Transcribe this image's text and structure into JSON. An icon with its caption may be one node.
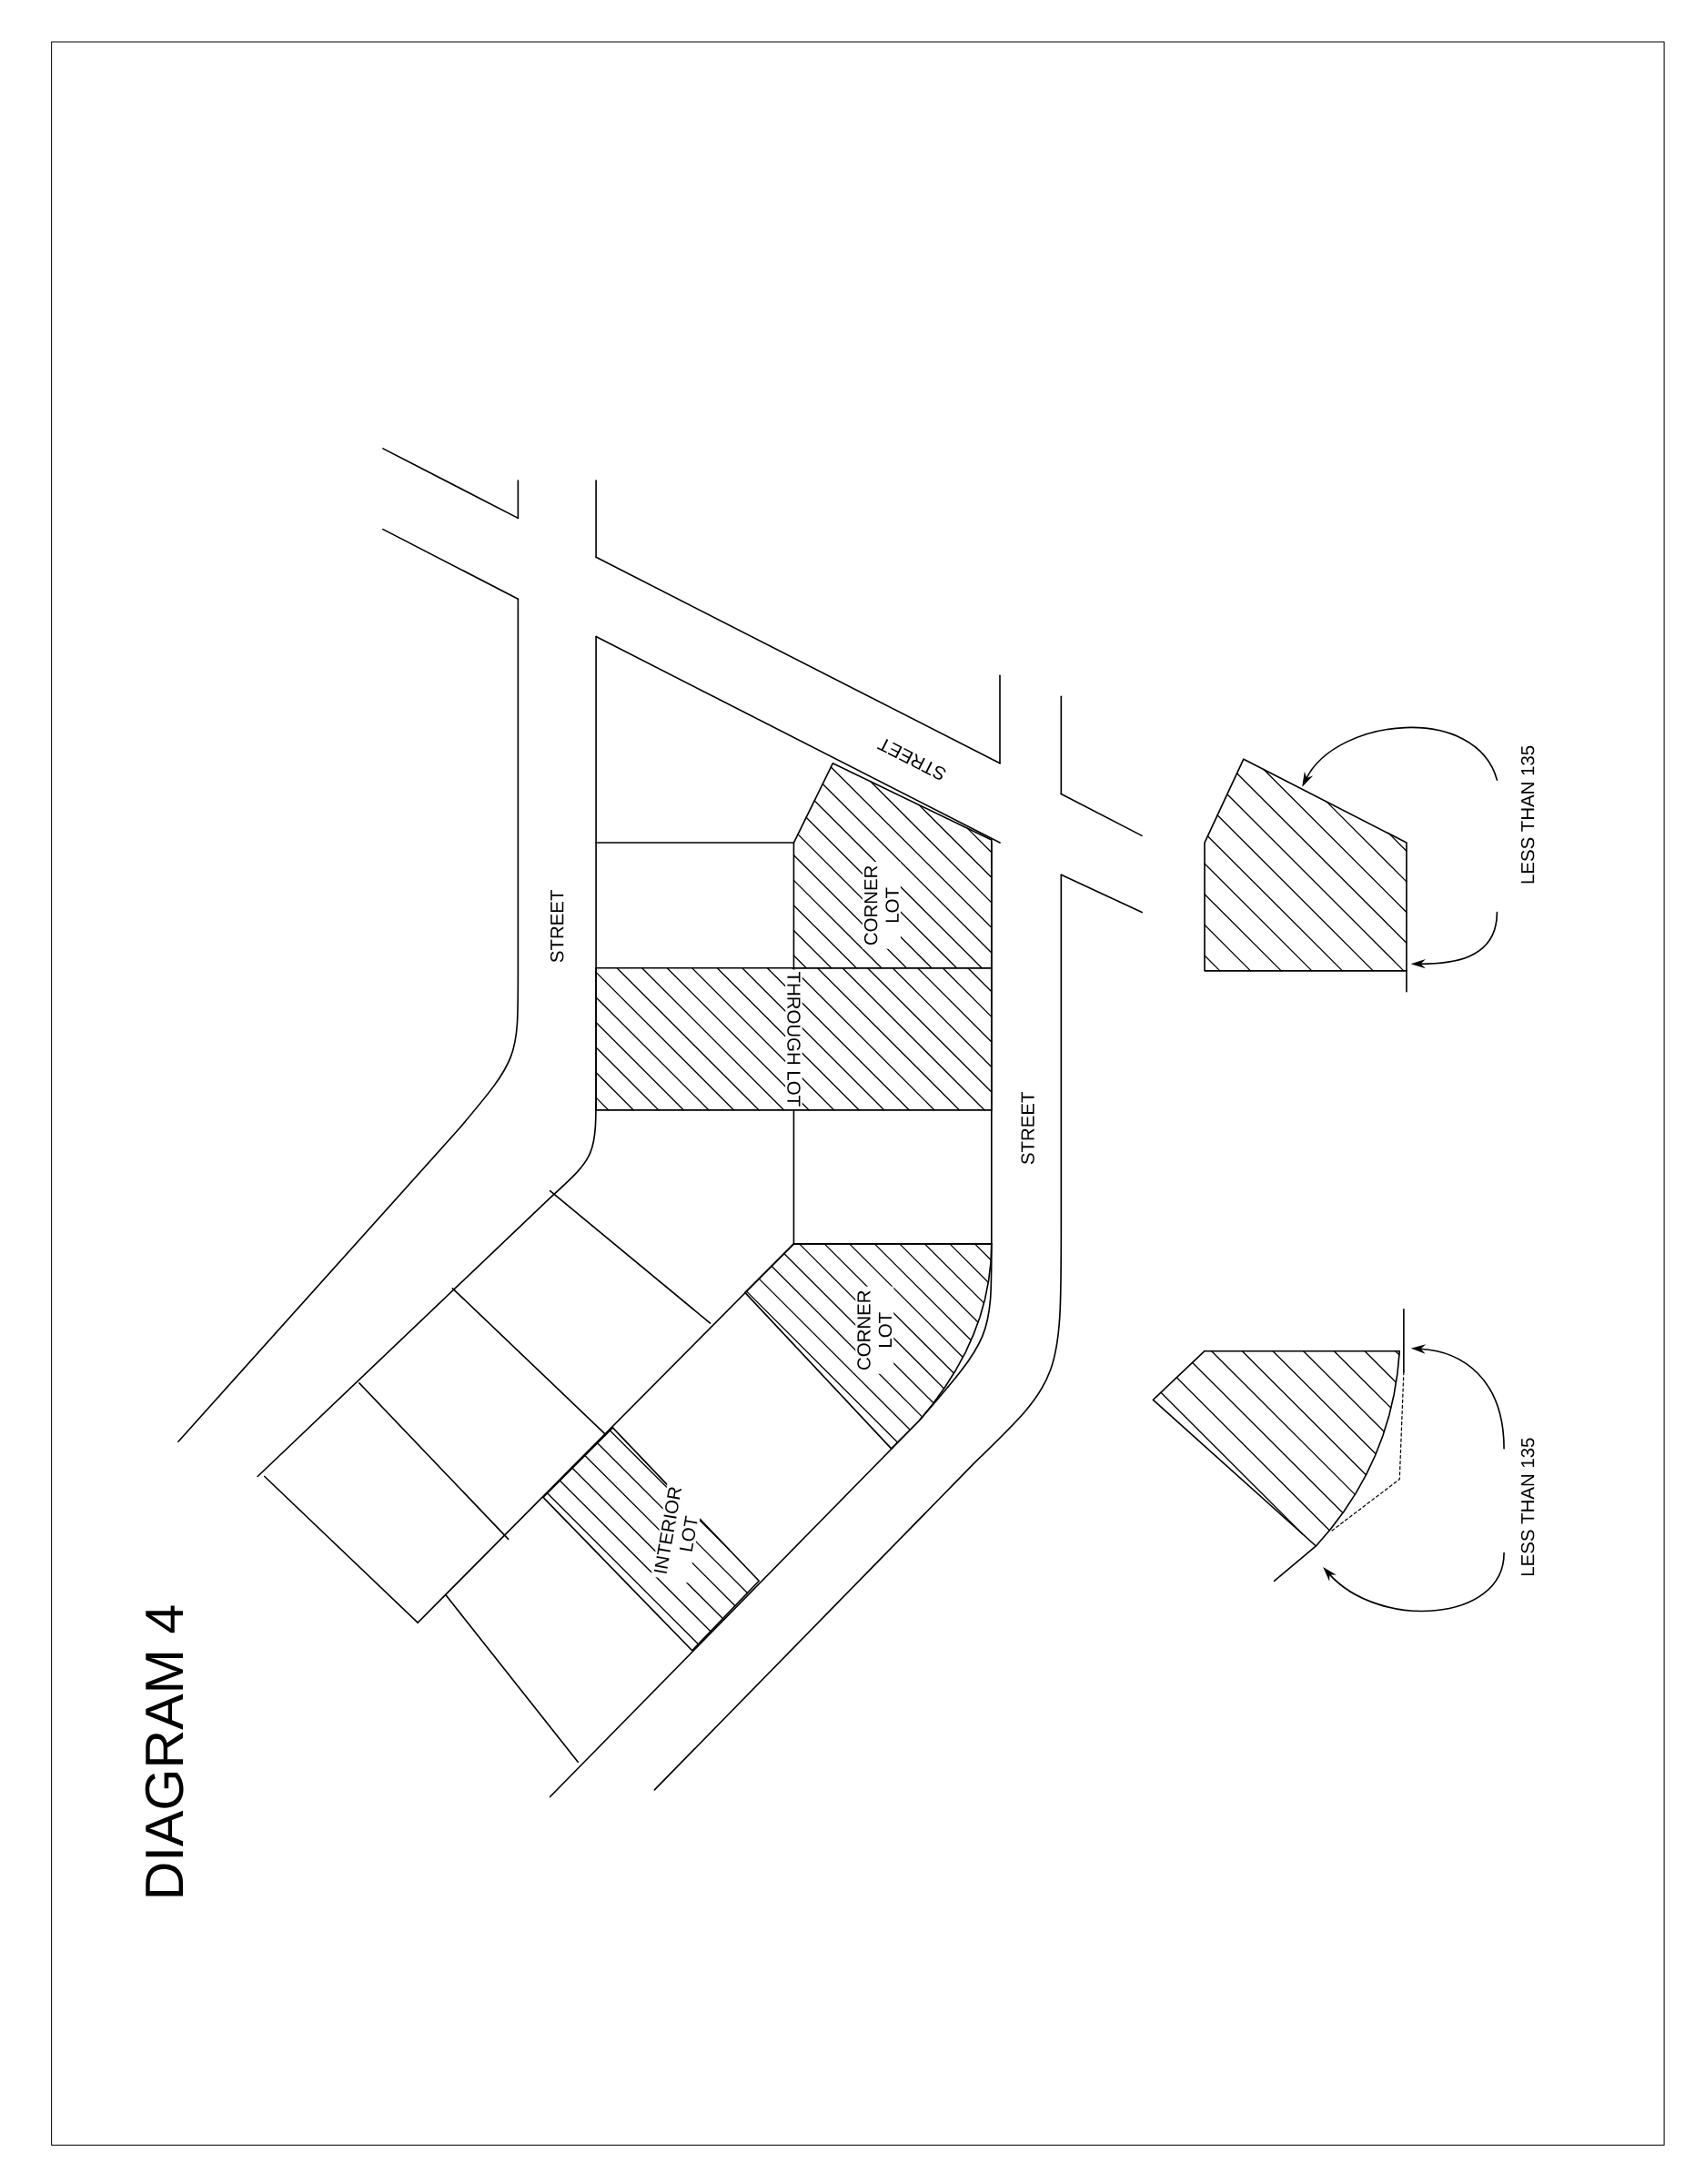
{
  "diagram": {
    "title": "DIAGRAM 4",
    "nodes": [
      {
        "text": [
          "CORNER LOT"
        ]
      },
      {
        "text": [
          "THROUGH LOT"
        ]
      },
      {
        "text": [
          "CORNER LOT"
        ]
      },
      {
        "text": [
          "INTERIOR LOT"
        ]
      }
    ],
    "labels": [
      "STREET",
      "STREET",
      "STREET",
      "LESS THAN 135",
      "LESS THAN 135"
    ]
  }
}
